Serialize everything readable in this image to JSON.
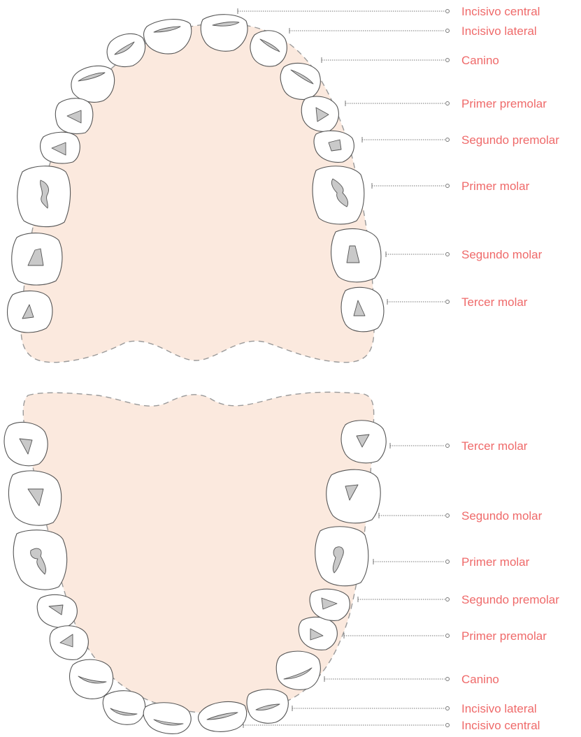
{
  "colors": {
    "label": "#ef6a6a",
    "palate": "#fbe9de"
  },
  "upper_arch": {
    "labels": [
      "Incisivo central",
      "Incisivo lateral",
      "Canino",
      "Primer premolar",
      "Segundo premolar",
      "Primer molar",
      "Segundo molar",
      "Tercer molar"
    ]
  },
  "lower_arch": {
    "labels": [
      "Tercer molar",
      "Segundo molar",
      "Primer molar",
      "Segundo premolar",
      "Primer premolar",
      "Canino",
      "Incisivo lateral",
      "Incisivo central"
    ]
  }
}
